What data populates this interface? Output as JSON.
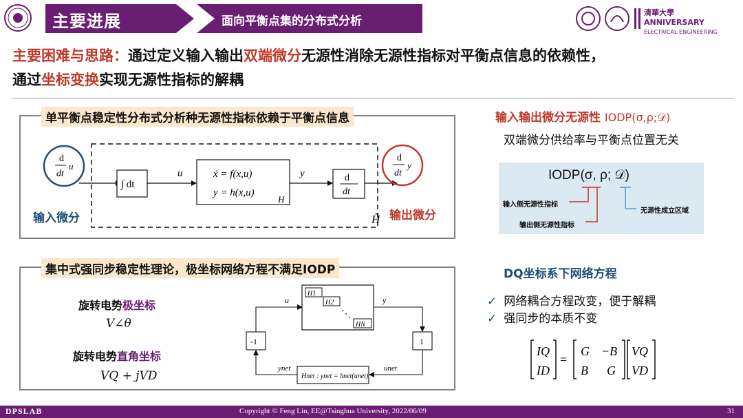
{
  "header": {
    "main_title": "主要进展",
    "sub_title": "面向平衡点集的分布式分析",
    "anniversary_line1": "清華大學",
    "anniversary_line2": "ANNIVERSARY",
    "anniversary_small": "ELECTRICAL ENGINEERING"
  },
  "statement": {
    "p1": "主要困难与思路：",
    "p2": "通过定义输入输出",
    "p3": "双端微分",
    "p4": "无源性消除无源性指标对平衡点信息的依赖性，",
    "p5": "通过",
    "p6": "坐标变换",
    "p7": "实现无源性指标的解耦"
  },
  "panel1": {
    "label": "单平衡点稳定性分布式分析种无源性指标依赖于平衡点信息",
    "input_label": "输入微分",
    "output_label": "输出微分",
    "diagram": {
      "u": "u",
      "y": "y",
      "d": "d",
      "dt": "dt",
      "integral": "∫ dt",
      "eq1": "ẋ = f(x,u)",
      "eq2": "y = h(x,u)",
      "H": "H",
      "H_tilde": "H̃"
    }
  },
  "panel2": {
    "label": "集中式强同步稳定性理论，极坐标网络方程不满足IODP",
    "polar_title_a": "旋转电势",
    "polar_title_b": "极坐标",
    "polar_expr": "V∠θ",
    "rect_title_a": "旋转电势",
    "rect_title_b": "直角坐标",
    "rect_expr": "VQ + jVD",
    "diagram": {
      "u": "u",
      "y": "y",
      "H1": "H1",
      "H2": "H2",
      "HN": "HN",
      "dots": "⋱",
      "minus_one": "-1",
      "one": "1",
      "y_net": "ynet",
      "u_net": "unet",
      "h_net_eq": "Hnet : ynet = hnet(unet)"
    }
  },
  "right": {
    "iodp_title": "输入输出微分无源性",
    "iodp_abbr": "IODP(σ,ρ;𝒟)",
    "iodp_desc": "双端微分供给率与平衡点位置无关",
    "iodp_formula": "IODP(σ, ρ; 𝒟)",
    "label_input": "输入侧无源性指标",
    "label_output": "输出侧无源性指标",
    "label_region": "无源性成立区域",
    "dq_title": "DQ坐标系下网络方程",
    "check_items": [
      "网络耦合方程改变，便于解耦",
      "强同步的本质不变"
    ],
    "check_icon": "check-icon",
    "matrix": {
      "lhs": [
        "IQ",
        "ID"
      ],
      "G": "G",
      "minusB": "−B",
      "B": "B",
      "rhs": [
        "VQ",
        "VD"
      ]
    }
  },
  "footer": {
    "lab": "DPSLAB",
    "copyright": "Copyright © Feng Lin,  EE@Tsinghua University,  2022/06/09",
    "page": "31"
  },
  "colors": {
    "brand_purple": "#6a1e73",
    "accent_red": "#c0392b",
    "accent_blue": "#1f4e79",
    "label_bg": "#fbe7cc",
    "box_bg": "#dbe9f3"
  }
}
